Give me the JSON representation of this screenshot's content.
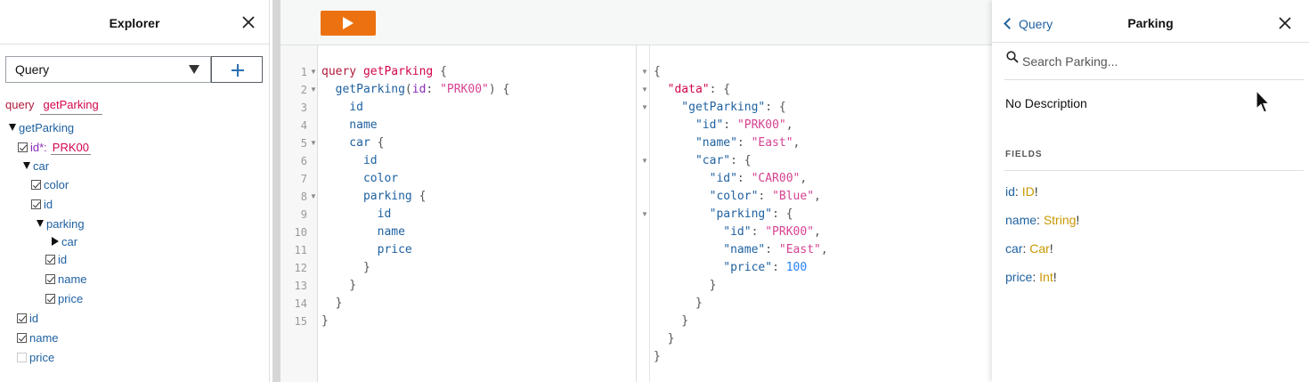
{
  "explorer": {
    "title": "Explorer",
    "operation_type": "Query",
    "query_keyword": "query",
    "operation_name": "getParking",
    "tree": [
      {
        "label": "getParking",
        "kind": "expanded-field"
      },
      {
        "label": "id*:",
        "value": "PRK00",
        "kind": "checked-arg"
      },
      {
        "label": "car",
        "kind": "expanded-field"
      },
      {
        "label": "color",
        "kind": "checked"
      },
      {
        "label": "id",
        "kind": "checked"
      },
      {
        "label": "parking",
        "kind": "expanded-field"
      },
      {
        "label": "car",
        "kind": "collapsed-field"
      },
      {
        "label": "id",
        "kind": "checked"
      },
      {
        "label": "name",
        "kind": "checked"
      },
      {
        "label": "price",
        "kind": "checked"
      },
      {
        "label": "id",
        "kind": "checked"
      },
      {
        "label": "name",
        "kind": "checked"
      },
      {
        "label": "price",
        "kind": "unchecked"
      }
    ]
  },
  "editor": {
    "line_numbers": [
      "1",
      "2",
      "3",
      "4",
      "5",
      "6",
      "7",
      "8",
      "9",
      "10",
      "11",
      "12",
      "13",
      "14",
      "15"
    ],
    "lines": [
      [
        {
          "t": "query ",
          "c": "c-kw"
        },
        {
          "t": "getParking",
          "c": "c-def"
        },
        {
          "t": " {",
          "c": "c-punc"
        }
      ],
      [
        {
          "t": "  getParking",
          "c": "c-prop"
        },
        {
          "t": "(",
          "c": "c-punc"
        },
        {
          "t": "id",
          "c": "c-attr"
        },
        {
          "t": ": ",
          "c": "c-punc"
        },
        {
          "t": "\"PRK00\"",
          "c": "c-str"
        },
        {
          "t": ") {",
          "c": "c-punc"
        }
      ],
      [
        {
          "t": "    id",
          "c": "c-prop"
        }
      ],
      [
        {
          "t": "    name",
          "c": "c-prop"
        }
      ],
      [
        {
          "t": "    car",
          "c": "c-prop"
        },
        {
          "t": " {",
          "c": "c-punc"
        }
      ],
      [
        {
          "t": "      id",
          "c": "c-prop"
        }
      ],
      [
        {
          "t": "      color",
          "c": "c-prop"
        }
      ],
      [
        {
          "t": "      parking",
          "c": "c-prop"
        },
        {
          "t": " {",
          "c": "c-punc"
        }
      ],
      [
        {
          "t": "        id",
          "c": "c-prop"
        }
      ],
      [
        {
          "t": "        name",
          "c": "c-prop"
        }
      ],
      [
        {
          "t": "        price",
          "c": "c-prop"
        }
      ],
      [
        {
          "t": "      }",
          "c": "c-punc"
        }
      ],
      [
        {
          "t": "    }",
          "c": "c-punc"
        }
      ],
      [
        {
          "t": "  }",
          "c": "c-punc"
        }
      ],
      [
        {
          "t": "}",
          "c": "c-punc"
        }
      ]
    ]
  },
  "result": {
    "lines": [
      [
        {
          "t": "{",
          "c": "c-punc"
        }
      ],
      [
        {
          "t": "  \"data\"",
          "c": "c-def"
        },
        {
          "t": ": {",
          "c": "c-punc"
        }
      ],
      [
        {
          "t": "    \"getParking\"",
          "c": "c-prop"
        },
        {
          "t": ": {",
          "c": "c-punc"
        }
      ],
      [
        {
          "t": "      \"id\"",
          "c": "c-prop"
        },
        {
          "t": ": ",
          "c": "c-punc"
        },
        {
          "t": "\"PRK00\"",
          "c": "c-str"
        },
        {
          "t": ",",
          "c": "c-punc"
        }
      ],
      [
        {
          "t": "      \"name\"",
          "c": "c-prop"
        },
        {
          "t": ": ",
          "c": "c-punc"
        },
        {
          "t": "\"East\"",
          "c": "c-str"
        },
        {
          "t": ",",
          "c": "c-punc"
        }
      ],
      [
        {
          "t": "      \"car\"",
          "c": "c-prop"
        },
        {
          "t": ": {",
          "c": "c-punc"
        }
      ],
      [
        {
          "t": "        \"id\"",
          "c": "c-prop"
        },
        {
          "t": ": ",
          "c": "c-punc"
        },
        {
          "t": "\"CAR00\"",
          "c": "c-str"
        },
        {
          "t": ",",
          "c": "c-punc"
        }
      ],
      [
        {
          "t": "        \"color\"",
          "c": "c-prop"
        },
        {
          "t": ": ",
          "c": "c-punc"
        },
        {
          "t": "\"Blue\"",
          "c": "c-str"
        },
        {
          "t": ",",
          "c": "c-punc"
        }
      ],
      [
        {
          "t": "        \"parking\"",
          "c": "c-prop"
        },
        {
          "t": ": {",
          "c": "c-punc"
        }
      ],
      [
        {
          "t": "          \"id\"",
          "c": "c-prop"
        },
        {
          "t": ": ",
          "c": "c-punc"
        },
        {
          "t": "\"PRK00\"",
          "c": "c-str"
        },
        {
          "t": ",",
          "c": "c-punc"
        }
      ],
      [
        {
          "t": "          \"name\"",
          "c": "c-prop"
        },
        {
          "t": ": ",
          "c": "c-punc"
        },
        {
          "t": "\"East\"",
          "c": "c-str"
        },
        {
          "t": ",",
          "c": "c-punc"
        }
      ],
      [
        {
          "t": "          \"price\"",
          "c": "c-prop"
        },
        {
          "t": ": ",
          "c": "c-punc"
        },
        {
          "t": "100",
          "c": "c-num"
        }
      ],
      [
        {
          "t": "        }",
          "c": "c-punc"
        }
      ],
      [
        {
          "t": "      }",
          "c": "c-punc"
        }
      ],
      [
        {
          "t": "    }",
          "c": "c-punc"
        }
      ],
      [
        {
          "t": "  }",
          "c": "c-punc"
        }
      ],
      [
        {
          "t": "}",
          "c": "c-punc"
        }
      ]
    ]
  },
  "docs": {
    "back_label": "Query",
    "title": "Parking",
    "search_placeholder": "Search Parking...",
    "description": "No Description",
    "section_label": "FIELDS",
    "fields": [
      {
        "name": "id",
        "type": "ID"
      },
      {
        "name": "name",
        "type": "String"
      },
      {
        "name": "car",
        "type": "Car"
      },
      {
        "name": "price",
        "type": "Int"
      }
    ]
  },
  "colors": {
    "run_button": "#ec7211",
    "keyword": "#b11a3b",
    "field": "#1f61a0",
    "string": "#d64292",
    "type": "#ca9800"
  }
}
